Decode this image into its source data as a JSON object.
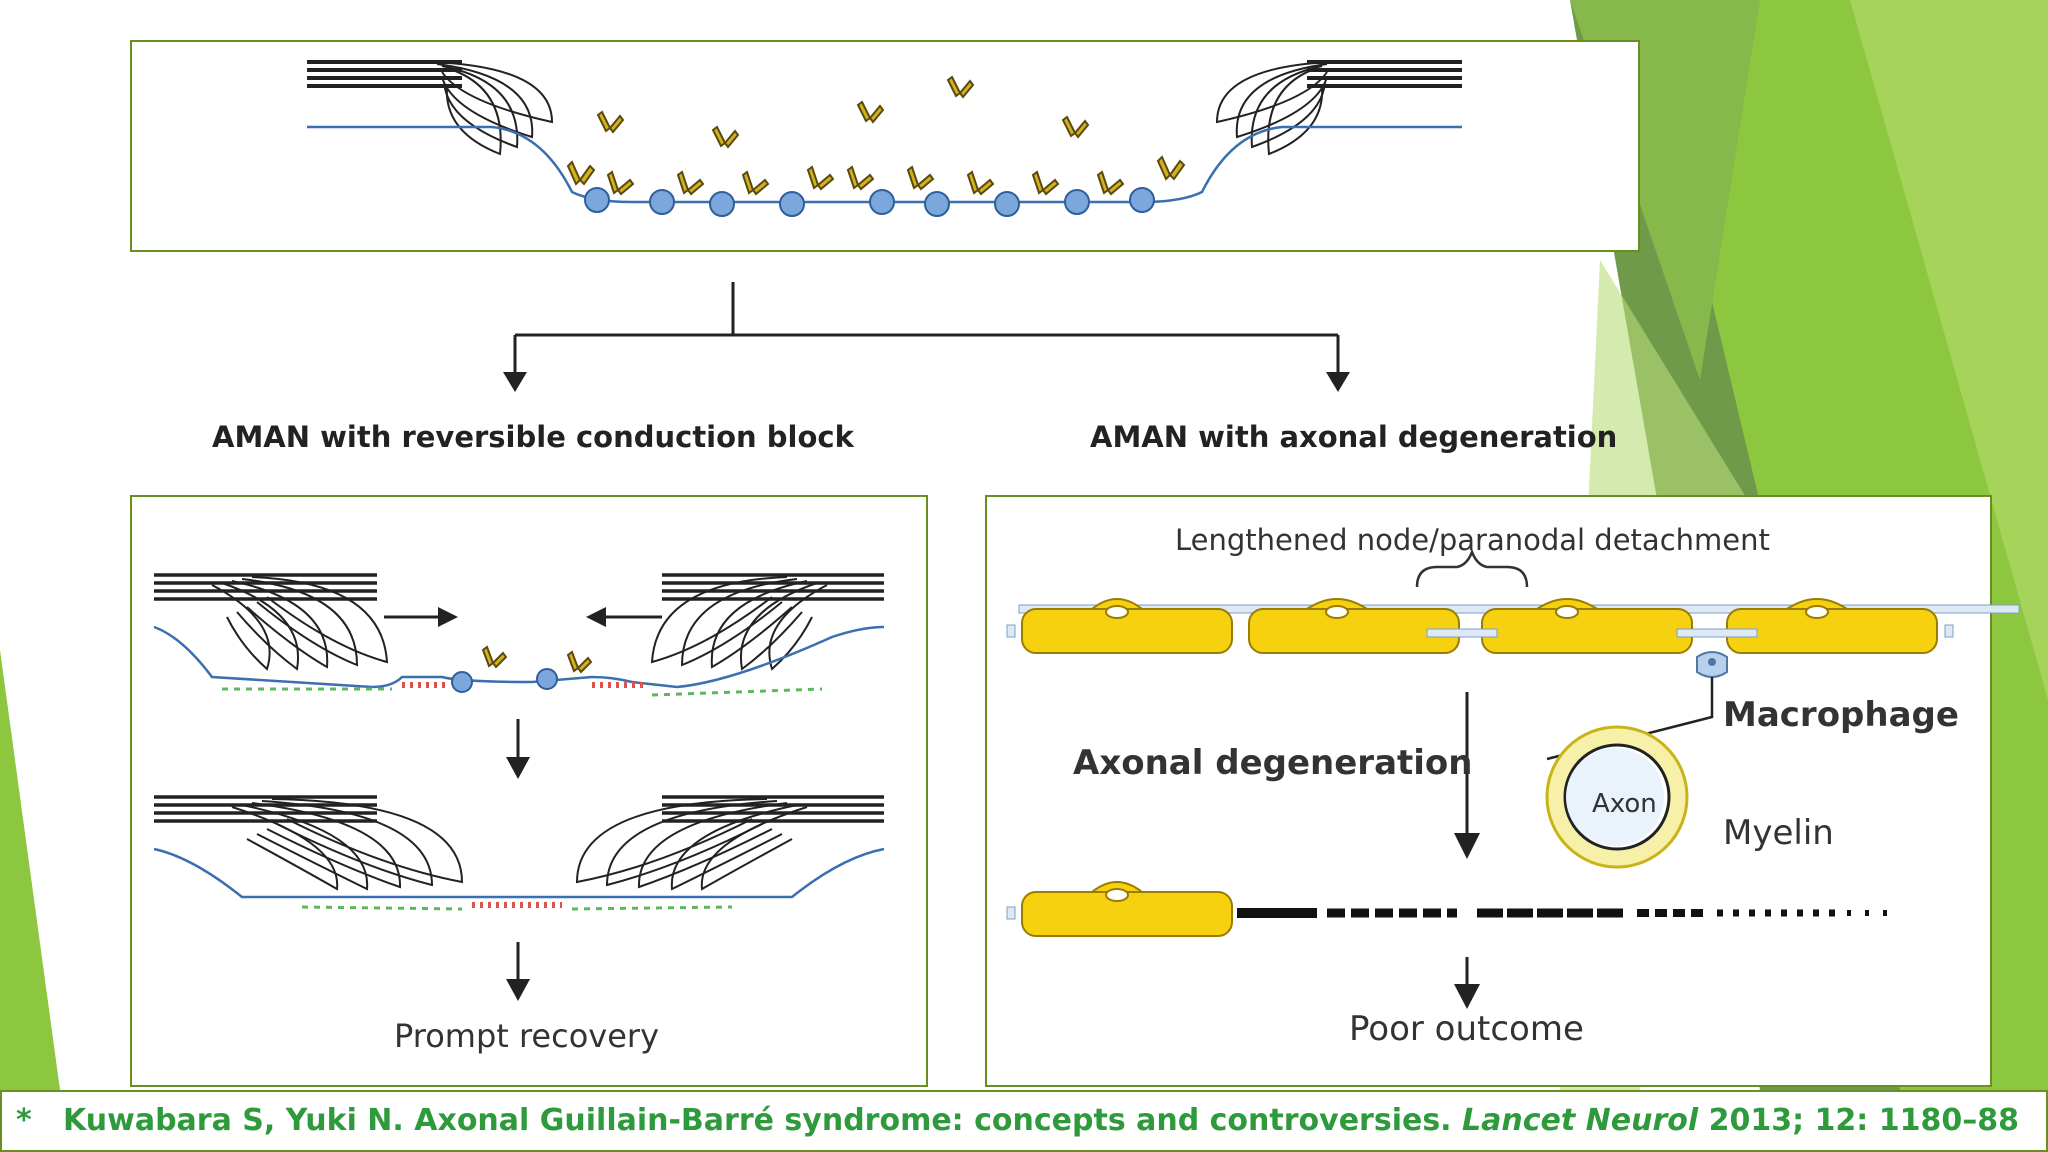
{
  "colors": {
    "accent_green": "#8dc63f",
    "dark_green": "#5e8c3a",
    "citation_green": "#2e9a3c",
    "panel_border": "#6b8e23",
    "myelin_yellow": "#f5d10f",
    "node_blue": "#7ba7dc",
    "antibody_gold": "#d4b21f",
    "green_channels": "#5cb85c",
    "red_channels": "#d9534f"
  },
  "branch_left": {
    "label": "AMAN with reversible conduction block"
  },
  "branch_right": {
    "label": "AMAN with axonal degeneration"
  },
  "left_panel": {
    "outcome": "Prompt recovery"
  },
  "right_panel": {
    "node_label": "Lengthened node/paranodal detachment",
    "process_label": "Axonal degeneration",
    "macrophage_label": "Macrophage",
    "axon_label": "Axon",
    "myelin_label": "Myelin",
    "outcome": "Poor outcome"
  },
  "citation": {
    "marker": "*",
    "authors": "Kuwabara S, Yuki N. Axonal Guillain-Barré syndrome: concepts and controversies.",
    "journal": "Lancet Neurol",
    "details": "2013; 12: 1180–88"
  }
}
